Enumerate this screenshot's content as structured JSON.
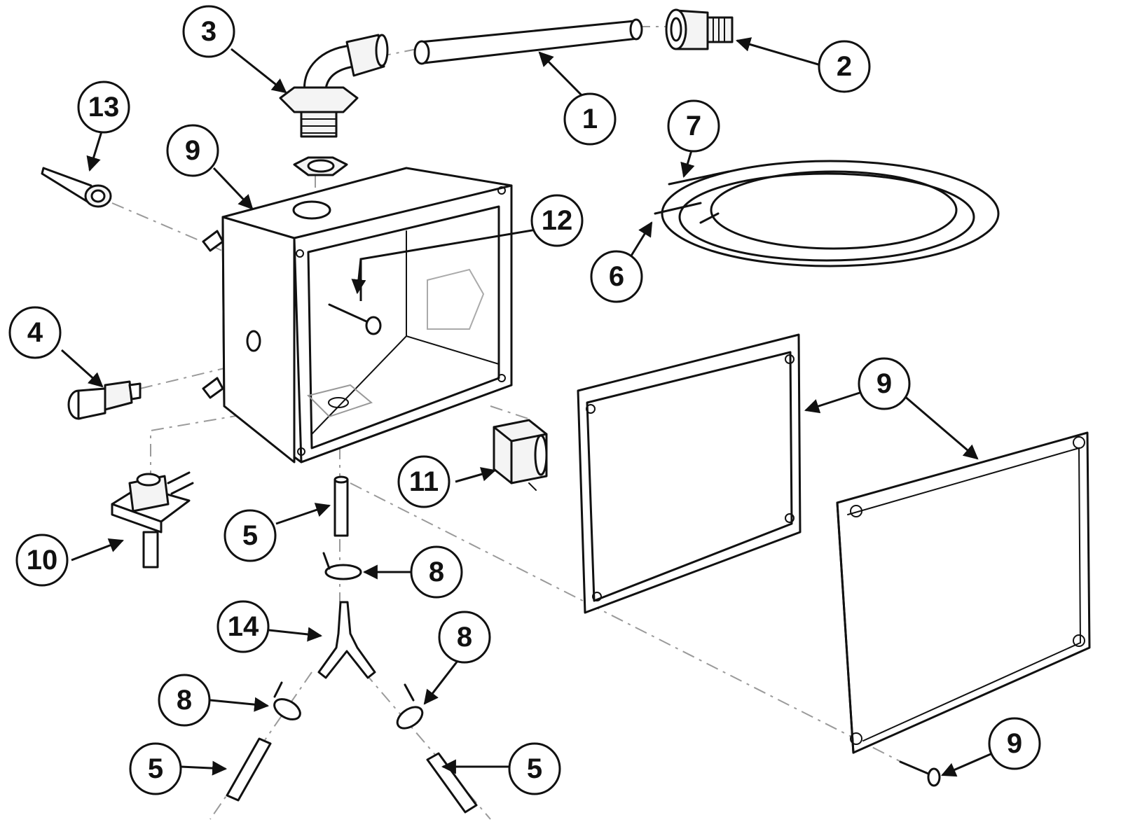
{
  "callouts": [
    {
      "id": "c1",
      "label": "1"
    },
    {
      "id": "c2",
      "label": "2"
    },
    {
      "id": "c3",
      "label": "3"
    },
    {
      "id": "c4",
      "label": "4"
    },
    {
      "id": "c5a",
      "label": "5"
    },
    {
      "id": "c5b",
      "label": "5"
    },
    {
      "id": "c5c",
      "label": "5"
    },
    {
      "id": "c6",
      "label": "6"
    },
    {
      "id": "c7",
      "label": "7"
    },
    {
      "id": "c8a",
      "label": "8"
    },
    {
      "id": "c8b",
      "label": "8"
    },
    {
      "id": "c8c",
      "label": "8"
    },
    {
      "id": "c9a",
      "label": "9"
    },
    {
      "id": "c9b",
      "label": "9"
    },
    {
      "id": "c9c",
      "label": "9"
    },
    {
      "id": "c10",
      "label": "10"
    },
    {
      "id": "c11",
      "label": "11"
    },
    {
      "id": "c12",
      "label": "12"
    },
    {
      "id": "c13",
      "label": "13"
    },
    {
      "id": "c14",
      "label": "14"
    }
  ]
}
